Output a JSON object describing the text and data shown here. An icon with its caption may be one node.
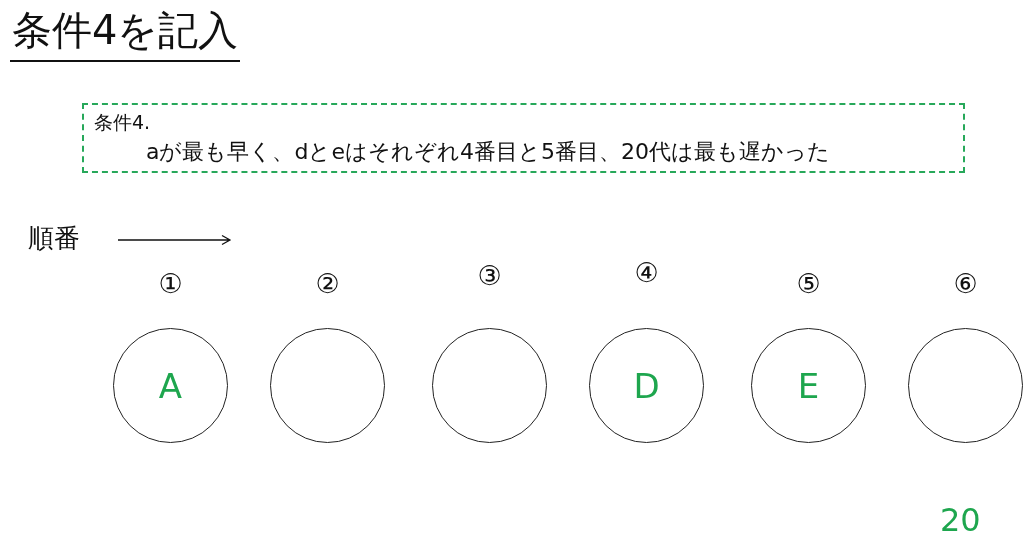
{
  "diagram": {
    "title": "条件4を記入",
    "nodes": [
      {
        "text": [
          "条件4.",
          "aが最も早く、dとeはそれぞれ4番目と5番目、20代は最も遅かった"
        ]
      },
      {
        "text": [
          "A"
        ],
        "beside": [
          "①"
        ]
      },
      {
        "text": [],
        "shape": "circle",
        "beside": [
          "②"
        ]
      },
      {
        "text": [],
        "shape": "circle",
        "beside": [
          "③"
        ]
      },
      {
        "text": [
          "D"
        ],
        "beside": [
          "④"
        ]
      },
      {
        "text": [
          "E"
        ],
        "beside": [
          "⑤"
        ]
      },
      {
        "text": [],
        "shape": "circle",
        "beside": [
          "⑥"
        ]
      }
    ],
    "labels": [
      "順番",
      "20"
    ]
  }
}
